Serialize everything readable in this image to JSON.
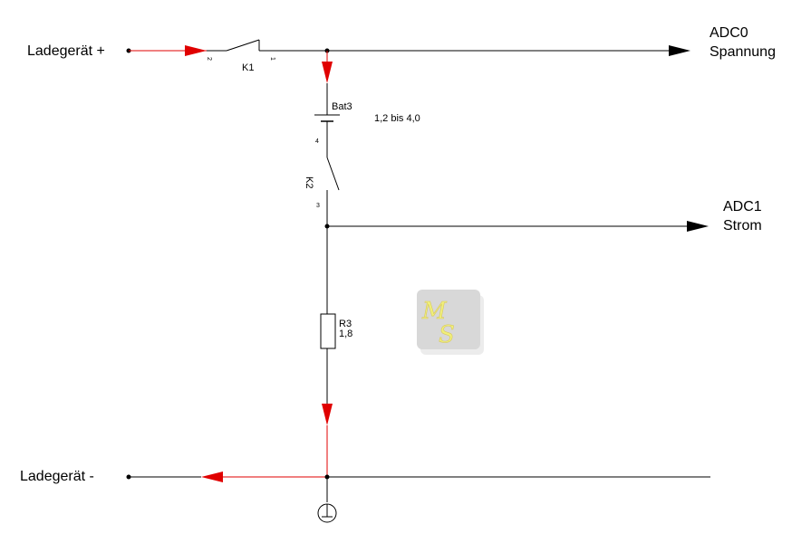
{
  "labels": {
    "charger_plus": "Ladegerät +",
    "charger_minus": "Ladegerät -",
    "adc0_name": "ADC0",
    "adc0_desc": "Spannung",
    "adc1_name": "ADC1",
    "adc1_desc": "Strom"
  },
  "components": {
    "k1": {
      "name": "K1",
      "pin_left": "2",
      "pin_right": "1"
    },
    "bat3": {
      "name": "Bat3",
      "value": "1,2 bis 4,0",
      "pin_bottom": "4"
    },
    "k2": {
      "name": "K2",
      "pin_bottom": "3"
    },
    "r3": {
      "name": "R3",
      "value": "1,8"
    }
  },
  "watermark": {
    "letter1": "M",
    "letter2": "S"
  },
  "colors": {
    "current_arrow": "#e00000",
    "wire": "#000000",
    "logo_letters": "#f0f07a",
    "logo_bg": "#d8d8d8"
  }
}
